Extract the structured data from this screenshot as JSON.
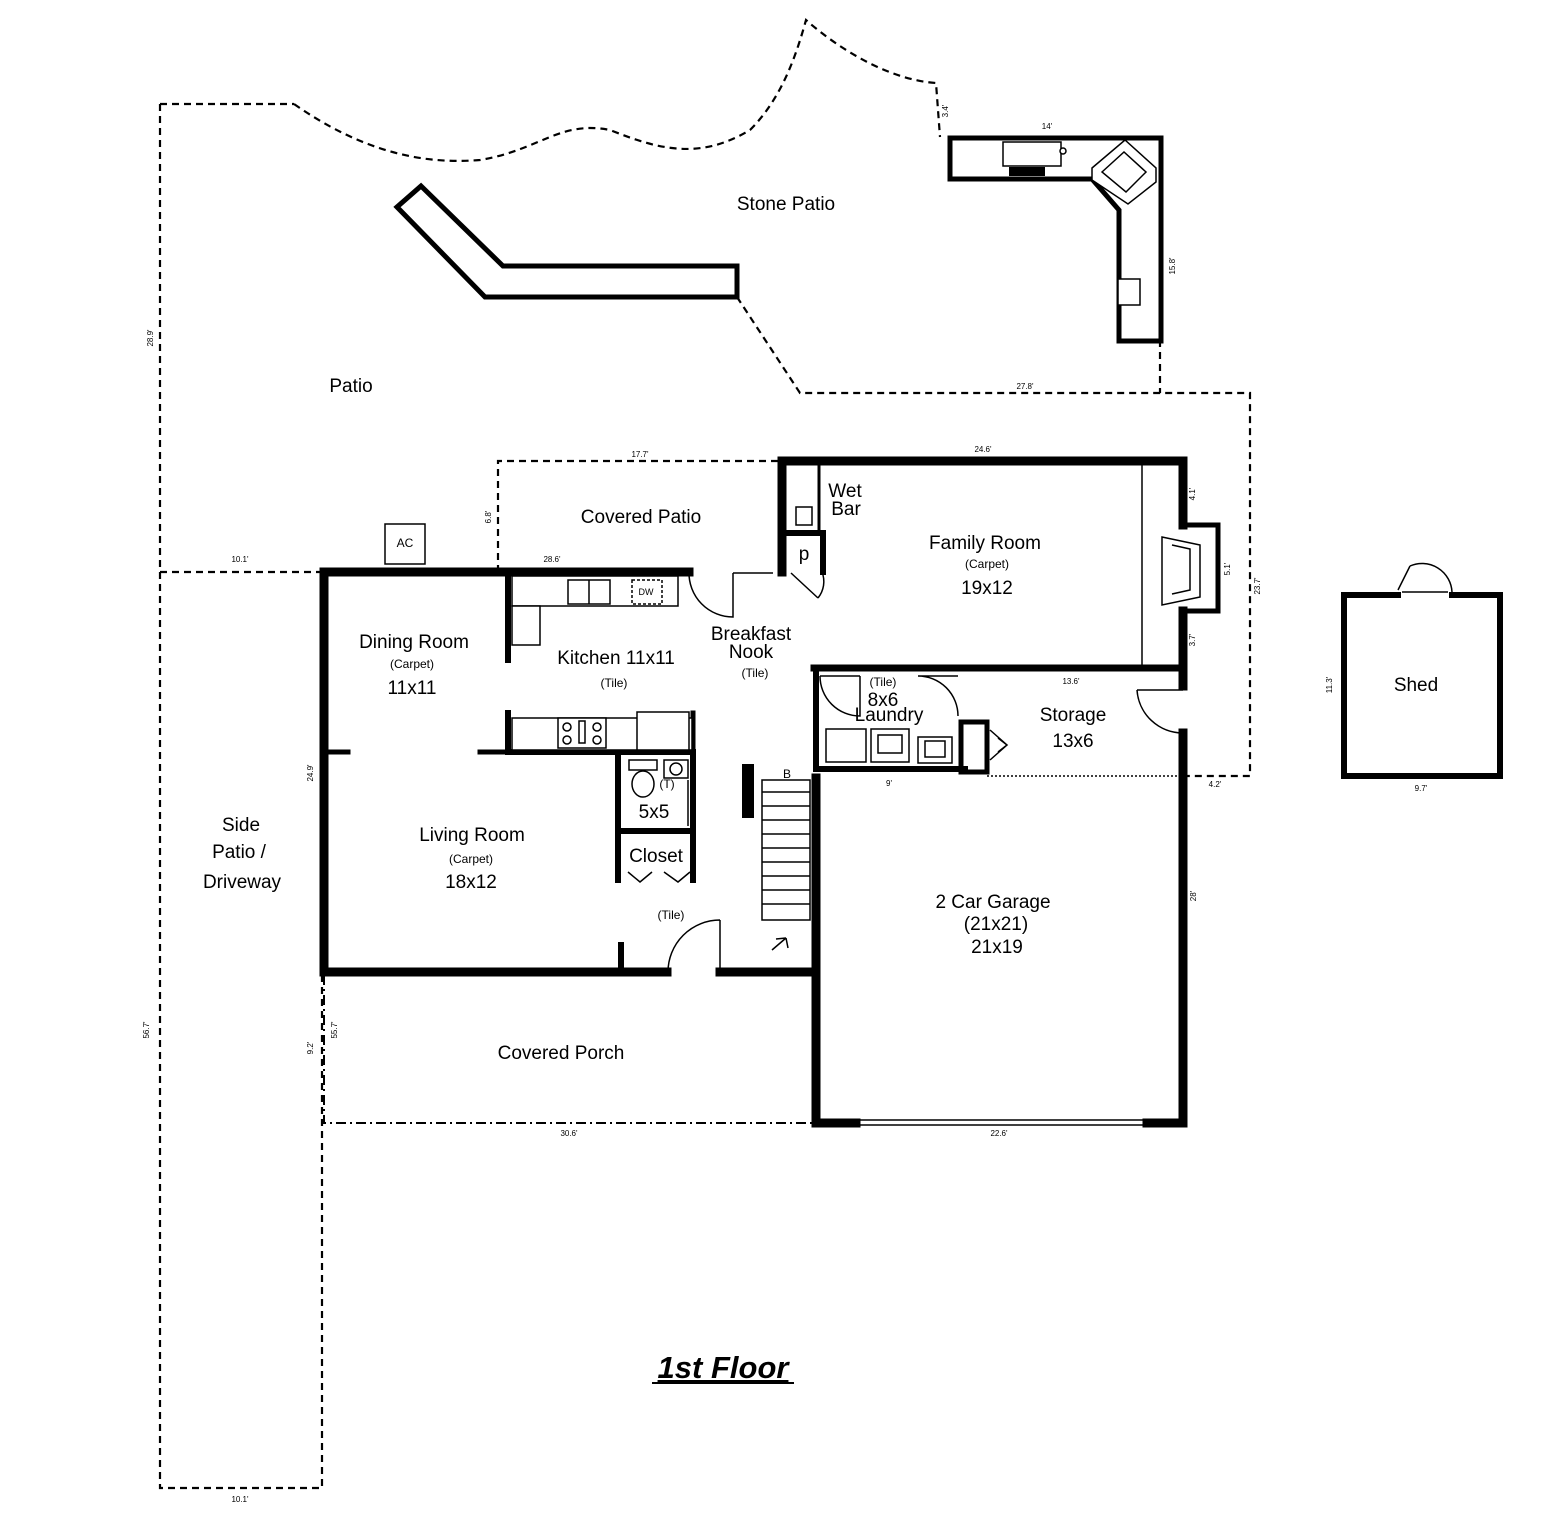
{
  "title": "1st Floor",
  "rooms": {
    "stone_patio": "Stone Patio",
    "patio": "Patio",
    "covered_patio": "Covered Patio",
    "wet_bar_line1": "Wet",
    "wet_bar_line2": "Bar",
    "pantry": "p",
    "family_room": {
      "name": "Family Room",
      "floor": "(Carpet)",
      "size": "19x12"
    },
    "dining_room": {
      "name": "Dining Room",
      "floor": "(Carpet)",
      "size": "11x11"
    },
    "kitchen": {
      "name": "Kitchen 11x11",
      "floor": "(Tile)"
    },
    "breakfast_nook": {
      "line1": "Breakfast",
      "line2": "Nook",
      "floor": "(Tile)"
    },
    "laundry": {
      "floor": "(Tile)",
      "size": "8x6",
      "name": "Laundry"
    },
    "storage": {
      "name": "Storage",
      "size": "13x6"
    },
    "bath": {
      "size": "5x5",
      "tub_mark": "(T)"
    },
    "closet": "Closet",
    "living_room": {
      "name": "Living Room",
      "floor": "(Carpet)",
      "size": "18x12"
    },
    "entry_floor": "(Tile)",
    "garage": {
      "name": "2 Car Garage",
      "size1": "(21x21)",
      "size2": "21x19"
    },
    "covered_porch": "Covered Porch",
    "side_patio": {
      "line1": "Side",
      "line2": "Patio /",
      "line3": "Driveway"
    },
    "shed": "Shed",
    "ac": "AC",
    "dishwasher": "DW",
    "stairs_mark": "B"
  },
  "dimensions": {
    "d_3_4": "3.4'",
    "d_14": "14'",
    "d_15_8": "15.8'",
    "d_27_8": "27.8'",
    "d_28_9": "28.9'",
    "d_17_7": "17.7'",
    "d_6_8": "6.8'",
    "d_24_6": "24.6'",
    "d_4_1": "4.1'",
    "d_5_1": "5.1'",
    "d_3_7": "3.7'",
    "d_23_7": "23.7'",
    "d_10_1_top": "10.1'",
    "d_28_6": "28.6'",
    "d_13_6": "13.6'",
    "d_24_9": "24.9'",
    "d_9": "9'",
    "d_4_2": "4.2'",
    "d_11_3": "11.3'",
    "d_9_7": "9.7'",
    "d_28": "28'",
    "d_56_7_left": "56.7'",
    "d_9_2": "9.2'",
    "d_55_7": "55.7'",
    "d_30_6": "30.6'",
    "d_22_6": "22.6'",
    "d_10_1_bottom": "10.1'"
  }
}
